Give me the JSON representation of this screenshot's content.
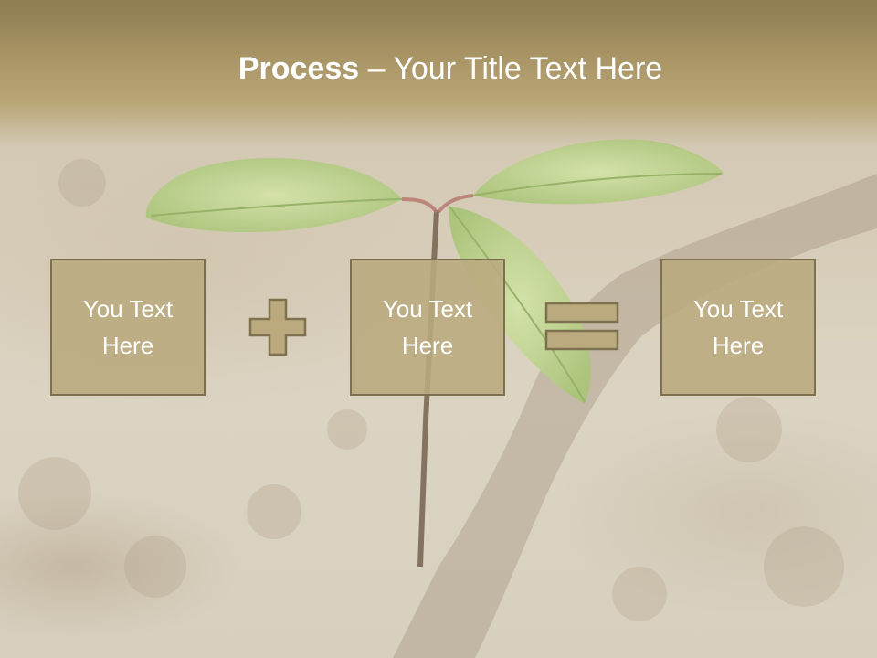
{
  "title": {
    "bold": "Process",
    "rest": " – Your Title Text Here"
  },
  "boxes": [
    {
      "text": "You Text Here"
    },
    {
      "text": "You Text Here"
    },
    {
      "text": "You Text Here"
    }
  ],
  "operators": [
    "plus-icon",
    "equals-icon"
  ],
  "colors": {
    "box_fill": "#baaa7e",
    "box_border": "#7e7150",
    "title_bar": "#a69263",
    "text": "#ffffff",
    "leaf": "#b6d088"
  }
}
